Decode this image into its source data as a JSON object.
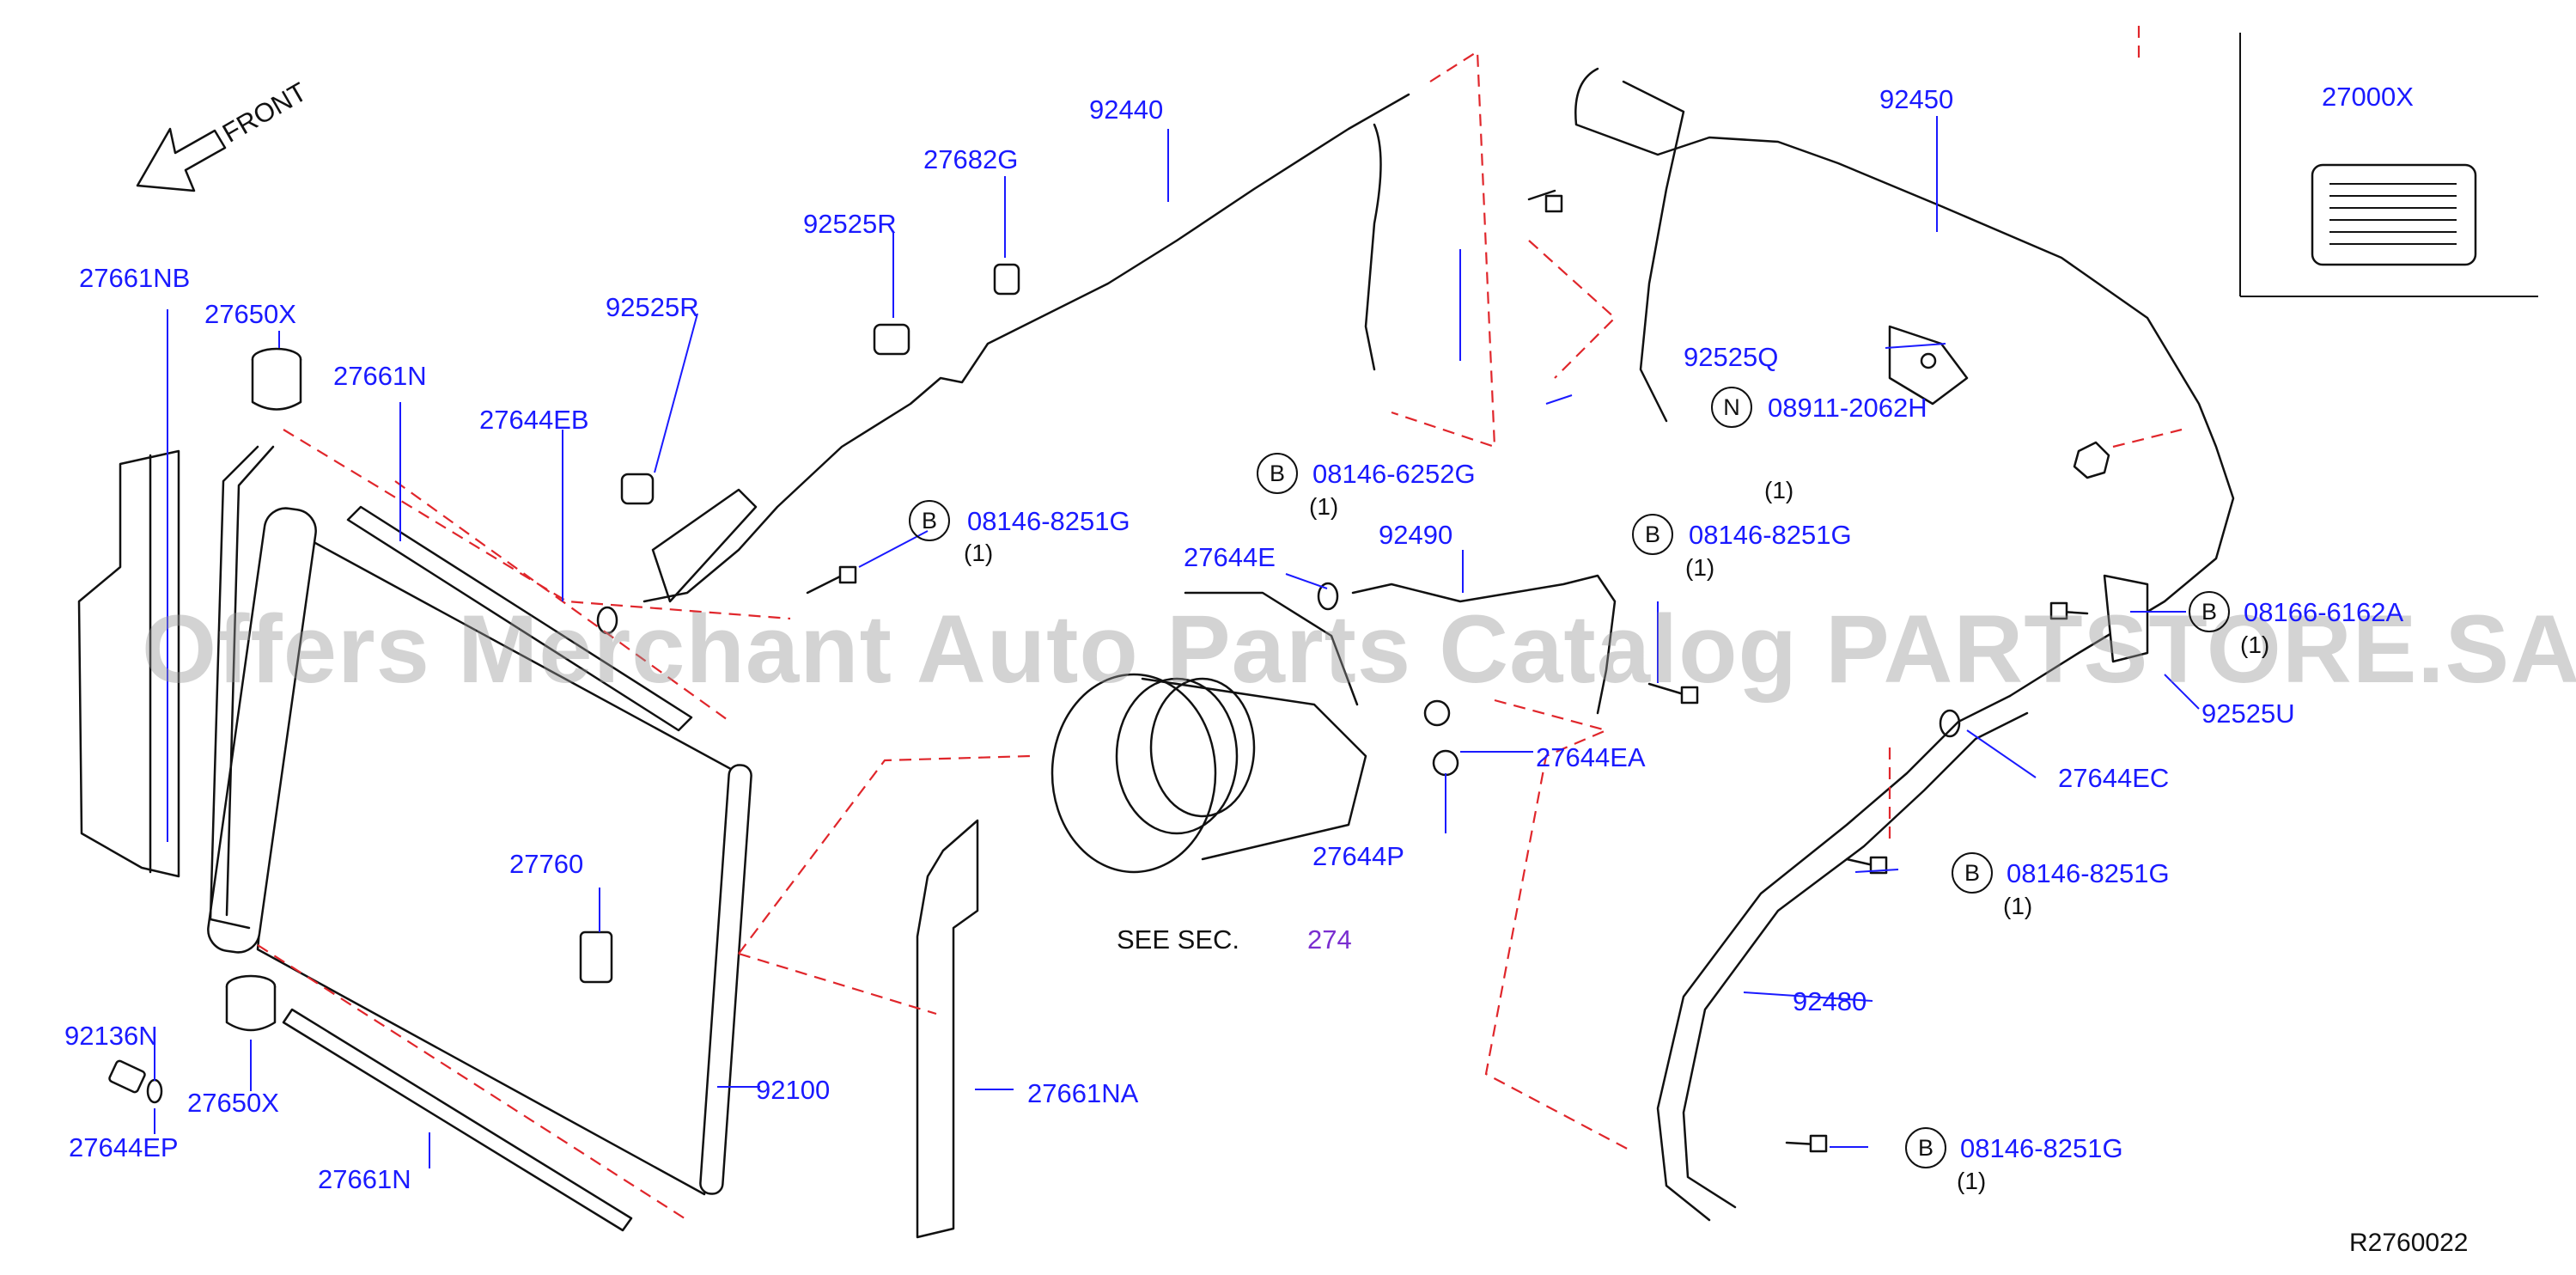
{
  "front_label": "FRONT",
  "watermark": "Offers Merchant Auto Parts Catalog PARTSTORE.SA",
  "see_section": {
    "prefix": "SEE   SEC.",
    "number": "274"
  },
  "diagram_code": "R2760022",
  "parts": {
    "p92440": "92440",
    "p27682G": "27682G",
    "p92525R_a": "92525R",
    "p92525R_b": "92525R",
    "p27661NB": "27661NB",
    "p27650X_a": "27650X",
    "p27661N_a": "27661N",
    "p27644EB": "27644EB",
    "p27644E": "27644E",
    "p92490": "92490",
    "p27644EA": "27644EA",
    "p27644P": "27644P",
    "p27760": "27760",
    "p92136N": "92136N",
    "p27650X_b": "27650X",
    "p27644EP": "27644EP",
    "p27661N_b": "27661N",
    "p92100": "92100",
    "p27661NA": "27661NA",
    "p92450": "92450",
    "p27000X": "27000X",
    "p92525Q": "92525Q",
    "p92525U": "92525U",
    "p27644EC": "27644EC",
    "p92480": "92480"
  },
  "fasteners": [
    {
      "prefix": "B",
      "number": "08146-8251G",
      "qty": "(1)"
    },
    {
      "prefix": "B",
      "number": "08146-6252G",
      "qty": "(1)"
    },
    {
      "prefix": "B",
      "number": "08146-8251G",
      "qty": "(1)"
    },
    {
      "prefix": "N",
      "number": "08911-2062H",
      "qty": "(1)"
    },
    {
      "prefix": "B",
      "number": "08166-6162A",
      "qty": "(1)"
    },
    {
      "prefix": "B",
      "number": "08146-8251G",
      "qty": "(1)"
    },
    {
      "prefix": "B",
      "number": "08146-8251G",
      "qty": "(1)"
    }
  ],
  "colors": {
    "part_label": "#1a1aff",
    "outline": "#111111",
    "dashed_line": "#e0262b",
    "section_ref": "#7a2ed0",
    "watermark": "#969696"
  }
}
